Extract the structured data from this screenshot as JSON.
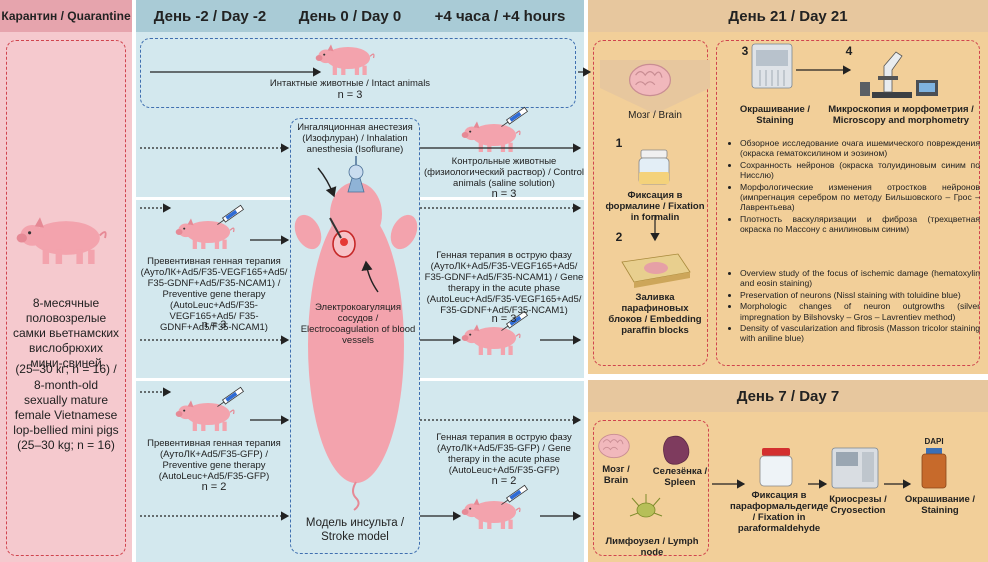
{
  "headers": {
    "quarantine": "Карантин / Quarantine",
    "day_minus2": "День -2 / Day -2",
    "day0": "День 0 / Day 0",
    "plus4h": "+4 часа / +4 hours",
    "day21": "День 21 / Day 21",
    "day7": "День 7 / Day 7"
  },
  "quarantine": {
    "text_ru": "8-месячные половозрелые самки вьетнамских вислобрюхих мини-свиней",
    "count_ru": "(25–30 кг; n = 16) /",
    "text_en": "8-month-old sexually mature female Vietnamese lop-bellied mini pigs",
    "count_en": "(25–30 kg; n = 16)"
  },
  "groups": {
    "intact": {
      "label": "Интактные животные / Intact animals",
      "n": "n = 3"
    },
    "control": {
      "label": "Контрольные животные (физиологический раствор) / Control animals (saline solution)",
      "n": "n = 3"
    },
    "prev_main": {
      "label": "Превентивная генная терапия (АутоЛК+Ad5/F35-VEGF165+Ad5/ F35-GDNF+Ad5/F35-NCAM1) / Preventive gene therapy (AutoLeuc+Ad5/F35-VEGF165+Ad5/ F35-GDNF+Ad5/F35-NCAM1)",
      "n": "n = 3"
    },
    "acute_main": {
      "label": "Генная терапия в острую фазу (АутоЛК+Ad5/F35-VEGF165+Ad5/ F35-GDNF+Ad5/F35-NCAM1) / Gene therapy in the acute phase (AutoLeuc+Ad5/F35-VEGF165+Ad5/ F35-GDNF+Ad5/F35-NCAM1)",
      "n": "n = 3"
    },
    "prev_gfp": {
      "label": "Превентивная генная терапия (АутоЛК+Ad5/F35-GFP) / Preventive gene therapy (AutoLeuc+Ad5/F35-GFP)",
      "n": "n = 2"
    },
    "acute_gfp": {
      "label": "Генная терапия в острую фазу (АутоЛК+Ad5/F35-GFP) / Gene therapy in the acute phase (AutoLeuc+Ad5/F35-GFP)",
      "n": "n = 2"
    }
  },
  "stroke": {
    "anesthesia": "Ингаляционная анестезия (Изофлуран) / Inhalation anesthesia (Isoflurane)",
    "electro": "Электрокоагуляция сосудов / Electrocoagulation of blood vessels",
    "model": "Модель инсульта / Stroke model"
  },
  "day21": {
    "brain": "Мозг / Brain",
    "step1_num": "1",
    "step1": "Фиксация в формалине / Fixation in formalin",
    "step2_num": "2",
    "step2": "Заливка парафиновых блоков / Embedding paraffin blocks",
    "step3_num": "3",
    "step3": "Окрашивание / Staining",
    "step4_num": "4",
    "step4": "Микроскопия и морфометрия / Microscopy and morphometry",
    "bullets_ru": [
      "Обзорное исследование очага ишемического повреждения (окраска гематоксилином и эозином)",
      "Сохранность нейронов (окраска толуидиновым синим по Нисслю)",
      "Морфологические изменения отростков нейронов (импрегнация серебром по методу Бильшовского – Грос – Лаврентьева)",
      "Плотность васкуляризации и фиброза (трехцветная окраска по Массону с анилиновым синим)"
    ],
    "bullets_en": [
      "Overview study of the focus of ischemic damage (hematoxylin and eosin staining)",
      "Preservation of neurons (Nissl staining with toluidine blue)",
      "Morphologic changes of neuron outgrowths (silver impregnation by Bilshovsky – Gros – Lavrentiev method)",
      "Density of vascularization and fibrosis (Masson tricolor staining with aniline blue)"
    ]
  },
  "day7": {
    "brain": "Мозг / Brain",
    "spleen": "Селезёнка / Spleen",
    "lymph": "Лимфоузел / Lymph node",
    "fix": "Фиксация в параформальдегиде / Fixation in paraformaldehyde",
    "cryo": "Криосрезы / Cryosection",
    "dapi": "DAPI",
    "staining": "Окрашивание / Staining"
  },
  "colors": {
    "quarantine_bg": "#f5c9ce",
    "quarantine_hdr": "#e6a4ad",
    "day_bg": "#d3e8ee",
    "day_hdr": "#a9cbd6",
    "day21_bg": "#f2cf99",
    "day21_hdr": "#e7c79e",
    "red_dash": "#d0444e",
    "blue_dash": "#3f6fb0",
    "pig": "#f3a3ad"
  }
}
